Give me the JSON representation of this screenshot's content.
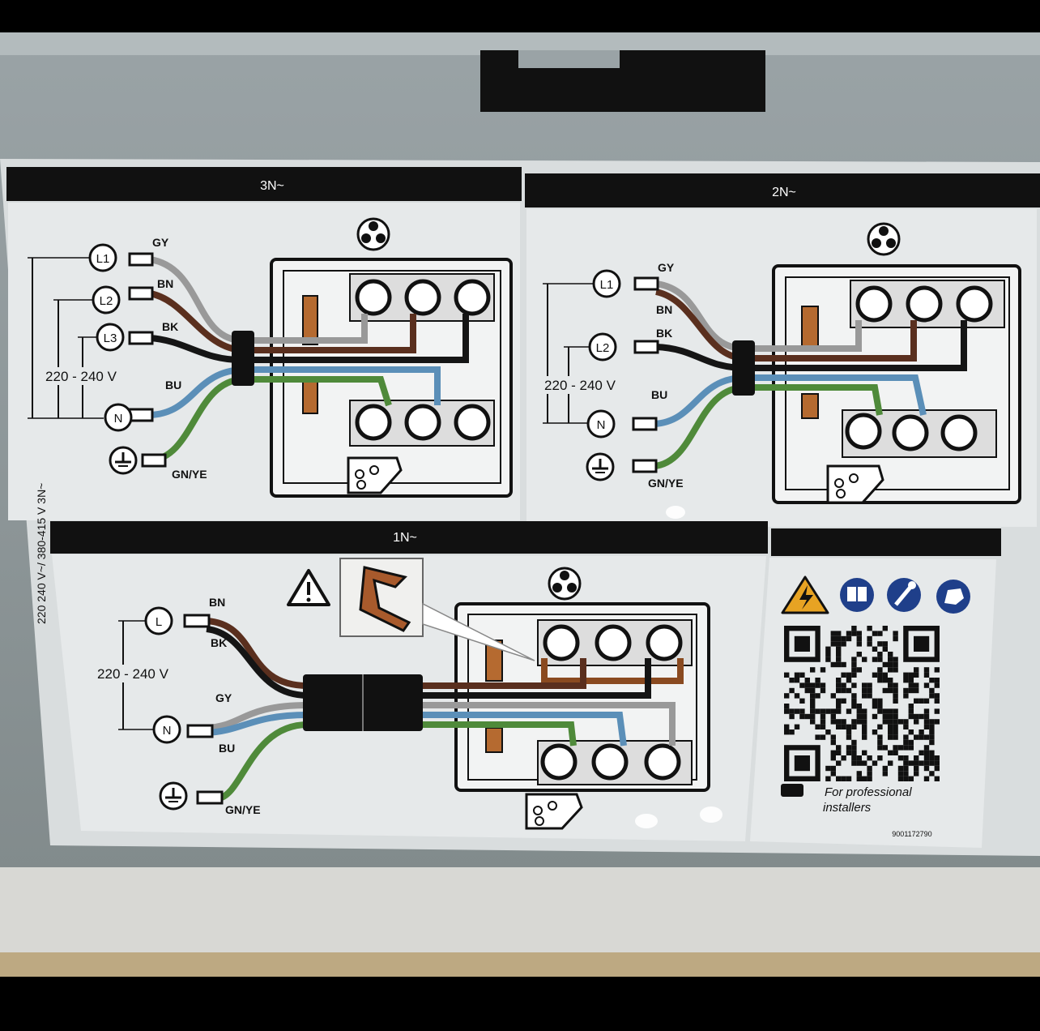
{
  "sections": {
    "three_phase": {
      "title": "3N~",
      "voltage": "220 - 240 V",
      "terminals": [
        "L1",
        "L2",
        "L3",
        "N"
      ],
      "wires": [
        "GY",
        "BN",
        "BK",
        "BU",
        "GN/YE"
      ]
    },
    "two_phase": {
      "title": "2N~",
      "voltage": "220 - 240 V",
      "terminals": [
        "L1",
        "L2",
        "N"
      ],
      "wires": [
        "GY",
        "BN",
        "BK",
        "BU",
        "GN/YE"
      ]
    },
    "single_phase": {
      "title": "1N~",
      "voltage": "220 - 240 V",
      "terminals": [
        "L",
        "N"
      ],
      "wires": [
        "BN",
        "BK",
        "GY",
        "BU",
        "GN/YE"
      ]
    }
  },
  "side_label": "220 240 V~/ 380-415 V 3N~",
  "info": {
    "note_line1": "For professional",
    "note_line2": "installers",
    "part_number": "9001172790"
  },
  "icons": [
    "fan-icon",
    "warning-triangle-icon",
    "electric-hazard-icon",
    "read-manual-icon",
    "wrench-icon",
    "protective-gloves-icon",
    "qr-code-icon",
    "ground-icon",
    "jumper-bridge-icon"
  ],
  "colors": {
    "wire_gray": "#9a9a9a",
    "wire_brown": "#5a2f1e",
    "wire_black": "#151515",
    "wire_blue": "#5b8fb8",
    "wire_green": "#4f8a3a",
    "panel": "#e3e6e7",
    "housing": "#8f989b"
  }
}
